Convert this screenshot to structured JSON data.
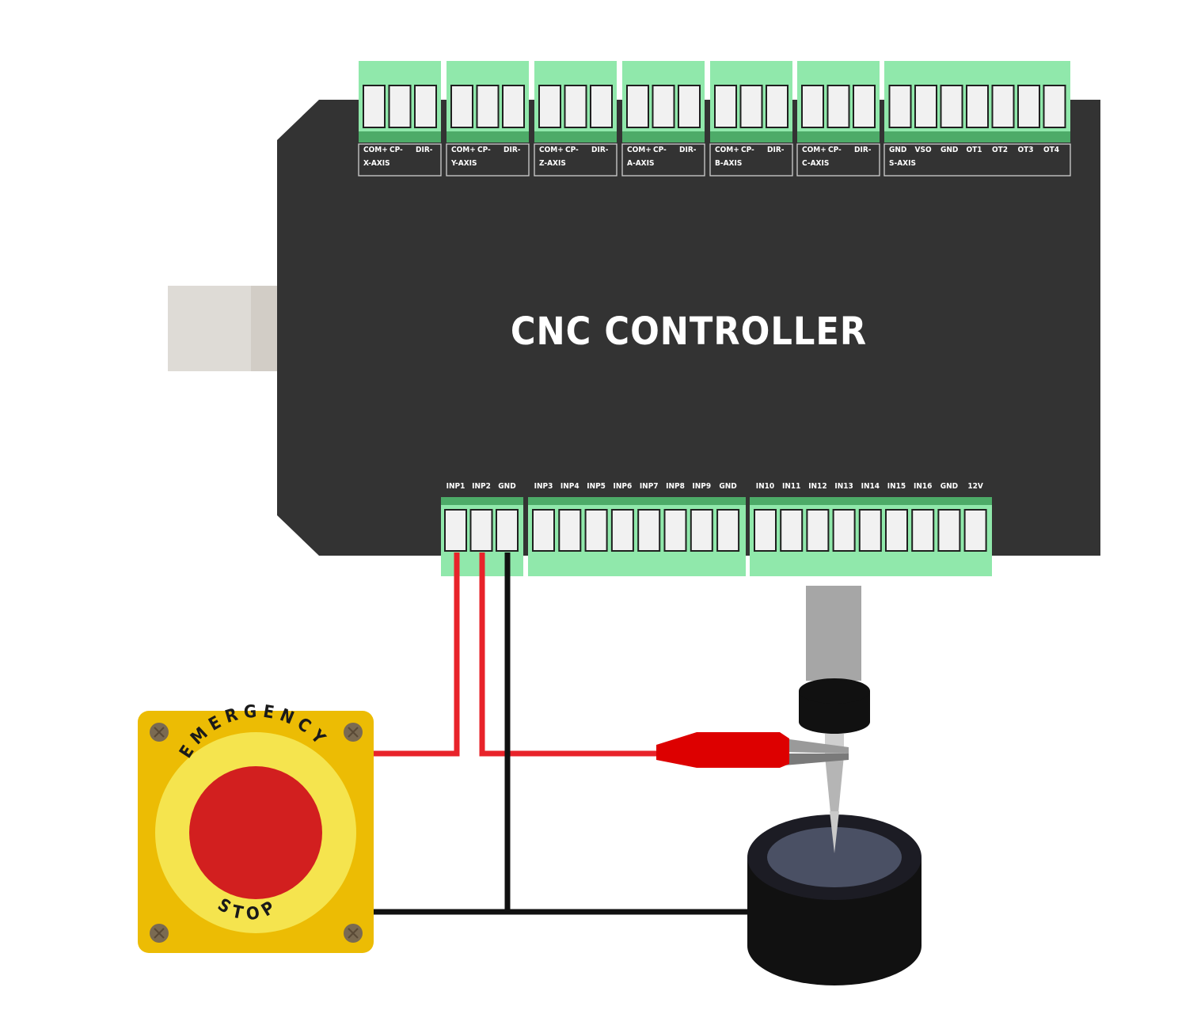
{
  "controller": {
    "title": "CNC CONTROLLER",
    "top_blocks": [
      {
        "pins": [
          "COM+",
          "CP-",
          "DIR-"
        ],
        "axis": "X-AXIS"
      },
      {
        "pins": [
          "COM+",
          "CP-",
          "DIR-"
        ],
        "axis": "Y-AXIS"
      },
      {
        "pins": [
          "COM+",
          "CP-",
          "DIR-"
        ],
        "axis": "Z-AXIS"
      },
      {
        "pins": [
          "COM+",
          "CP-",
          "DIR-"
        ],
        "axis": "A-AXIS"
      },
      {
        "pins": [
          "COM+",
          "CP-",
          "DIR-"
        ],
        "axis": "B-AXIS"
      },
      {
        "pins": [
          "COM+",
          "CP-",
          "DIR-"
        ],
        "axis": "C-AXIS"
      },
      {
        "pins": [
          "GND",
          "VSO",
          "GND",
          "OT1",
          "OT2",
          "OT3",
          "OT4"
        ],
        "axis": "S-AXIS"
      }
    ],
    "bottom_blocks": [
      {
        "pins": [
          "INP1",
          "INP2",
          "GND"
        ]
      },
      {
        "pins": [
          "INP3",
          "INP4",
          "INP5",
          "INP6",
          "INP7",
          "INP8",
          "INP9",
          "GND"
        ]
      },
      {
        "pins": [
          "IN10",
          "IN11",
          "IN12",
          "IN13",
          "IN14",
          "IN15",
          "IN16",
          "GND",
          "12V"
        ]
      }
    ]
  },
  "estop": {
    "top_text": "EMERGENCY",
    "bottom_text": "STOP"
  },
  "colors": {
    "board": "#333333",
    "terminal": "#90e8ab",
    "terminal_dark": "#4dab68",
    "wire_red": "#e8232a",
    "wire_black": "#111111",
    "estop_housing": "#ecbc04",
    "estop_ring": "#f5e44e",
    "estop_button": "#d21f1f",
    "clip": "#dd0000",
    "puck": "#111111"
  }
}
